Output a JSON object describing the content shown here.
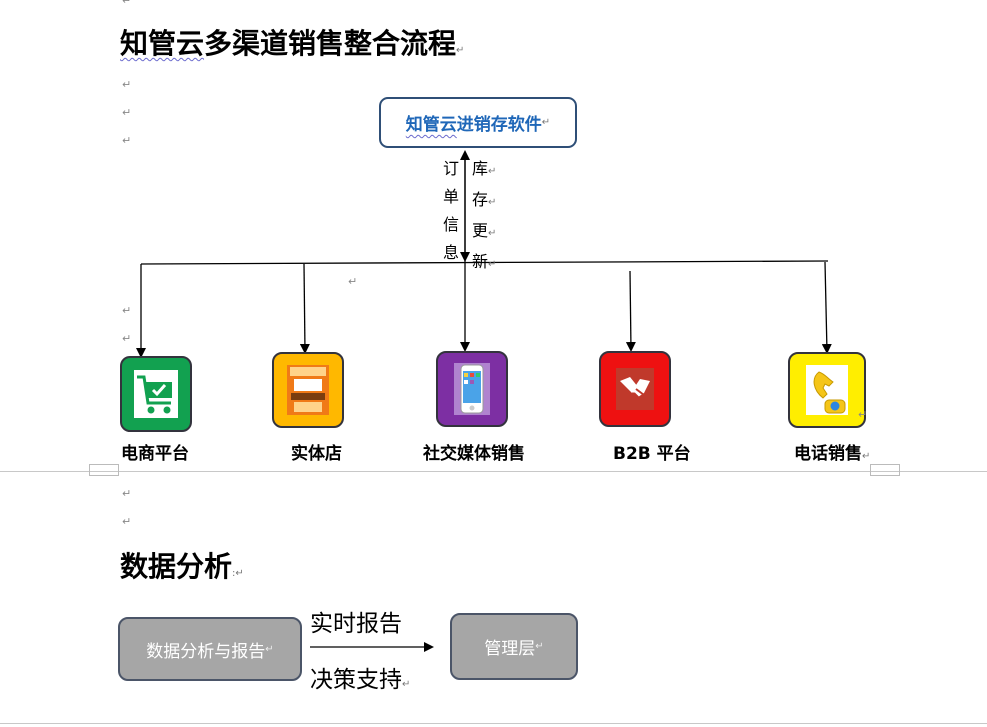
{
  "title": {
    "pre": "知管云",
    "post": "多渠道销售整合流程"
  },
  "top_box": {
    "pre": "知管云",
    "post": "进销存软件"
  },
  "left_vertical_text": [
    "订",
    "单",
    "信",
    "息"
  ],
  "right_vertical_text": [
    "库",
    "存",
    "更",
    "新"
  ],
  "channels": [
    {
      "label": "电商平台",
      "icon": "shopping-cart-icon",
      "color": "#12a150"
    },
    {
      "label": "实体店",
      "icon": "storefront-icon",
      "color": "#ffb800"
    },
    {
      "label": "社交媒体销售",
      "icon": "smartphone-icon",
      "color": "#7d2fa3"
    },
    {
      "label": "B2B 平台",
      "icon": "handshake-icon",
      "color": "#ee1111"
    },
    {
      "label": "电话销售",
      "icon": "telephone-icon",
      "color": "#ffee00"
    }
  ],
  "section2_title": "数据分析",
  "analysis_box": "数据分析与报告",
  "arrow_top_label": "实时报告",
  "arrow_bottom_label": "决策支持",
  "management_box": "管理层",
  "colors": {
    "title_blue": "#1f67b8",
    "box_border": "#2f4f77",
    "gray_box": "#a6a6a6"
  }
}
